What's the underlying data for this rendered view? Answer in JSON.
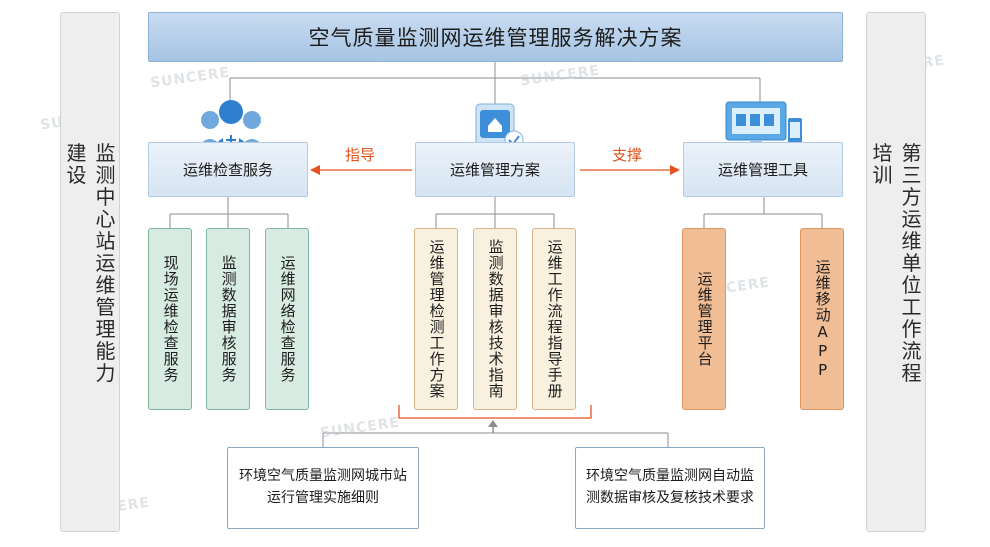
{
  "title": "空气质量监测网运维管理服务解决方案",
  "left_panel": "监测中心站运维管理能力建设",
  "right_panel": "第三方运维单位工作流程培训",
  "heads": {
    "left": "运维检查服务",
    "center": "运维管理方案",
    "right": "运维管理工具"
  },
  "arrows": {
    "left_label": "指导",
    "right_label": "支撑"
  },
  "left_columns": [
    "现场运维检查服务",
    "监测数据审核服务",
    "运维网络检查服务"
  ],
  "center_columns": [
    "运维管理检测工作方案",
    "监测数据审核技术指南",
    "运维工作流程指导手册"
  ],
  "right_columns": [
    "运维管理平台",
    "运维移动APP"
  ],
  "references": [
    "环境空气质量监测网城市站运行管理实施细则",
    "环境空气质量监测网自动监测数据审核及复核技术要求"
  ],
  "colors": {
    "accent": "#e2531f",
    "title_bg": "#a6c4e4",
    "green": "#d8ebe2",
    "orange": "#f1bd94"
  },
  "icons": [
    "maintenance-people-icon",
    "management-plan-icon",
    "monitor-tools-icon"
  ]
}
